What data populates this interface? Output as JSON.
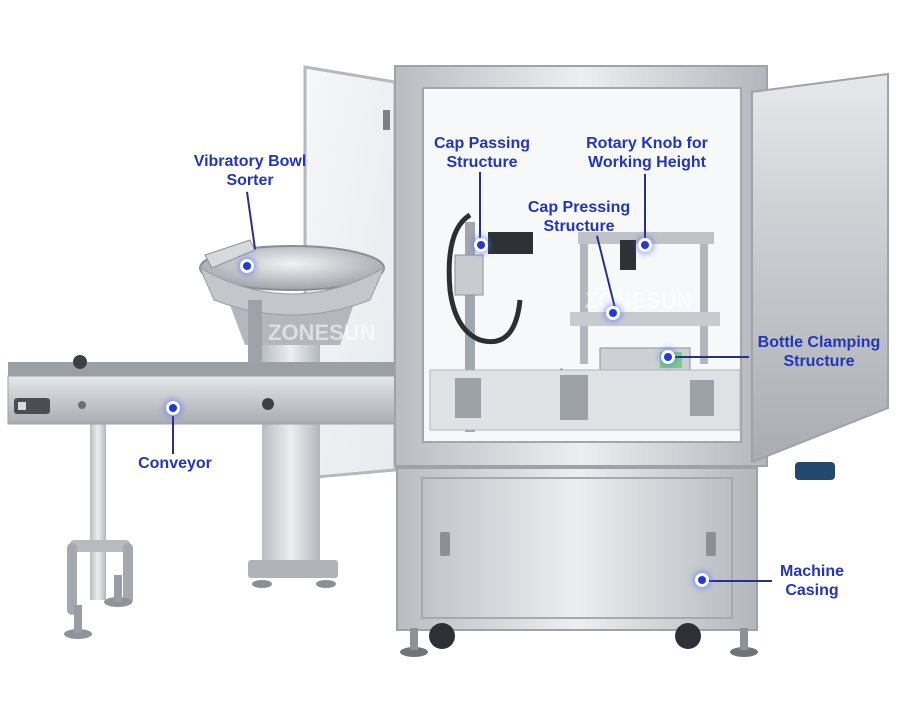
{
  "watermark": "ZONESUN",
  "colors": {
    "label_text": "#2336b8",
    "marker": "#2639d6",
    "leader_line": "#2a2f8a",
    "steel": "#c9ccd0",
    "steel_dark": "#8d9297"
  },
  "callouts": [
    {
      "id": "vibratory-bowl-sorter",
      "lines": [
        "Vibratory Bowl",
        "Sorter"
      ]
    },
    {
      "id": "conveyor",
      "lines": [
        "Conveyor"
      ]
    },
    {
      "id": "cap-passing-structure",
      "lines": [
        "Cap Passing",
        "Structure"
      ]
    },
    {
      "id": "rotary-knob",
      "lines": [
        "Rotary Knob for",
        "Working Height"
      ]
    },
    {
      "id": "cap-pressing-structure",
      "lines": [
        "Cap Pressing",
        "Structure"
      ]
    },
    {
      "id": "bottle-clamping-structure",
      "lines": [
        "Bottle Clamping",
        "Structure"
      ]
    },
    {
      "id": "machine-casing",
      "lines": [
        "Machine",
        "Casing"
      ]
    }
  ]
}
